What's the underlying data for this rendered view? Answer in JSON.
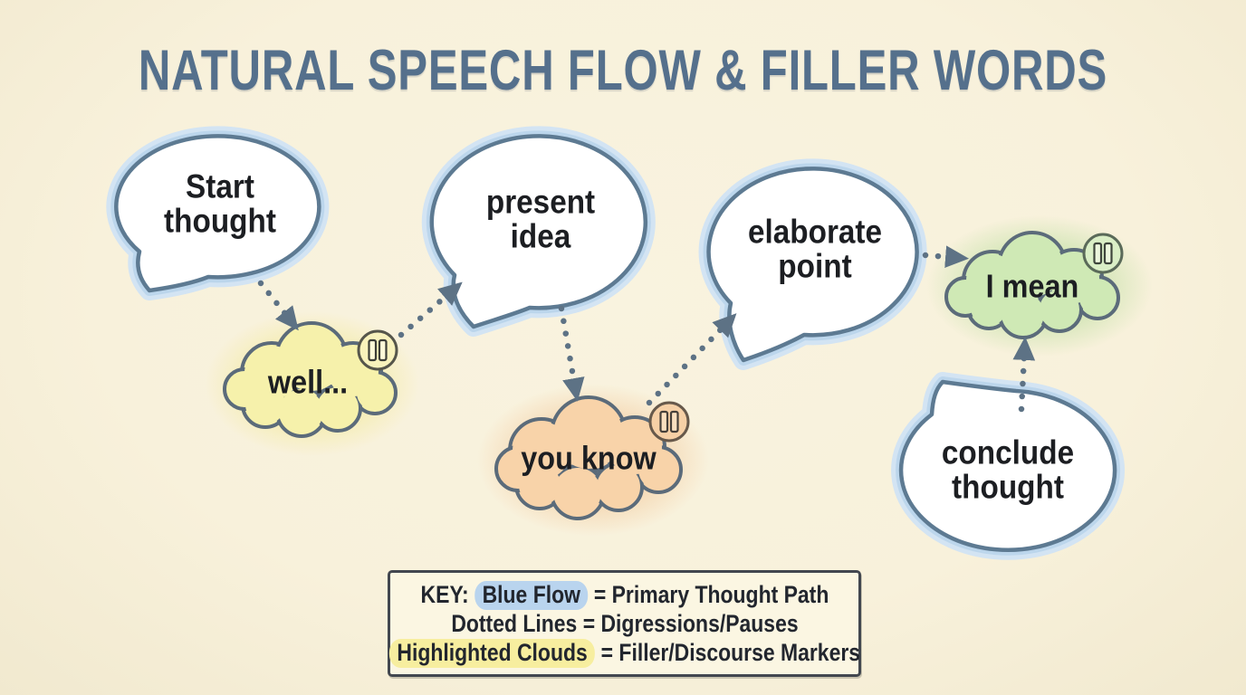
{
  "title": "NATURAL SPEECH FLOW & FILLER WORDS",
  "bubbles": {
    "start": {
      "label": "Start thought",
      "lines": [
        "Start",
        "thought"
      ]
    },
    "present": {
      "label": "present idea",
      "lines": [
        "present",
        "idea"
      ]
    },
    "elaborate": {
      "label": "elaborate point",
      "lines": [
        "elaborate",
        "point"
      ]
    },
    "conclude": {
      "label": "conclude thought",
      "lines": [
        "conclude",
        "thought"
      ]
    }
  },
  "fillers": {
    "well": {
      "label": "well...",
      "icon": "pause-icon",
      "fill": "#f6f1ab",
      "glow": "#f0e77e"
    },
    "you_know": {
      "label": "you know",
      "icon": "pause-icon",
      "fill": "#f8d3a9",
      "glow": "#f0b57c"
    },
    "i_mean": {
      "label": "I mean",
      "icon": "pause-icon",
      "fill": "#cfe9b5",
      "glow": "#a5d789"
    }
  },
  "key": {
    "heading": "KEY:",
    "entries": [
      {
        "term": "Blue Flow",
        "definition": "= Primary Thought Path",
        "term_highlight": "#b9d4ee"
      },
      {
        "term": "Dotted Lines",
        "definition": "= Digressions/Pauses",
        "term_highlight": ""
      },
      {
        "term": "Highlighted Clouds",
        "definition": "= Filler/Discourse Markers",
        "term_highlight": "#f7ee9f"
      }
    ]
  },
  "colors": {
    "background": "#f8f1db",
    "title_text": "#55708c",
    "bubble_outline": "#5d7a92",
    "bubble_halo": "#bcd6ec",
    "cloud_outline": "#5b6b7a",
    "connector": "#5d7285",
    "label_text": "#1c1e22",
    "key_border": "#42474f",
    "key_background": "#fbf6e2"
  }
}
